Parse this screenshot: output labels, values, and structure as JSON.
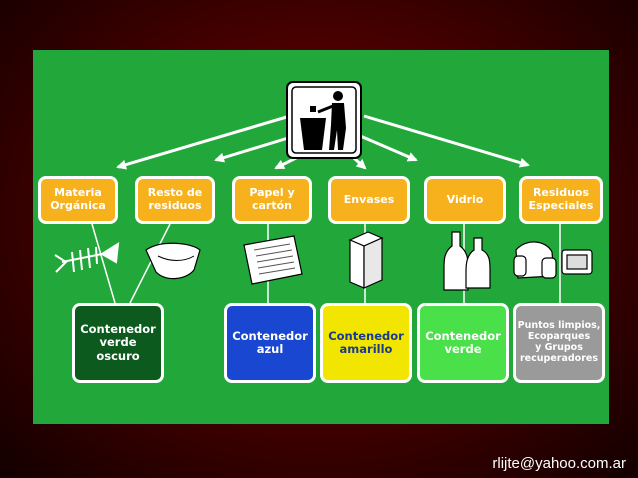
{
  "categories": [
    {
      "label": "Materia\nOrgánica"
    },
    {
      "label": "Resto de\nresiduos"
    },
    {
      "label": "Papel y\ncartón"
    },
    {
      "label": "Envases"
    },
    {
      "label": "Vidrio"
    },
    {
      "label": "Residuos\nEspeciales"
    }
  ],
  "icons": [
    "fish-bone-icon",
    "diaper-icon",
    "newspaper-icon",
    "carton-icon",
    "bottles-icon",
    "armchair-tv-icon",
    "trash-bin-person-icon"
  ],
  "containers": [
    {
      "label": "Contenedor\nverde\noscuro",
      "color": "#0d5a1e"
    },
    {
      "label": "Contenedor\nazul",
      "color": "#1947d1"
    },
    {
      "label": "Contenedor\namarillo",
      "color": "#f2e600",
      "text_color": "#1a3a8a"
    },
    {
      "label": "Contenedor\nverde",
      "color": "#49e04a"
    },
    {
      "label": "Puntos limpios,\nEcoparques\ny Grupos\nrecuperadores",
      "color": "#9a9a9a"
    }
  ],
  "colors": {
    "background": "#22a83a",
    "category_box": "#f6b11c",
    "border": "#ffffff"
  },
  "footer": {
    "email": "rlijte@yahoo.com.ar"
  }
}
